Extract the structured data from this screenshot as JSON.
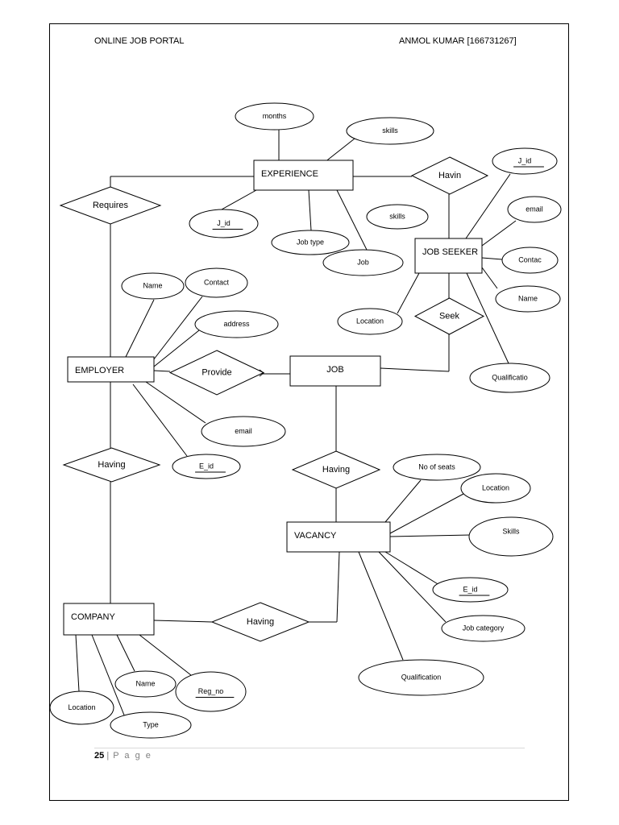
{
  "header": {
    "left": "ONLINE JOB PORTAL",
    "right": "ANMOL KUMAR [166731267]"
  },
  "diagram": {
    "entities": [
      {
        "id": "experience",
        "label": "EXPERIENCE"
      },
      {
        "id": "job-seeker",
        "label": "JOB SEEKER"
      },
      {
        "id": "employer",
        "label": "EMPLOYER"
      },
      {
        "id": "job",
        "label": "JOB"
      },
      {
        "id": "vacancy",
        "label": "VACANCY"
      },
      {
        "id": "company",
        "label": "COMPANY"
      }
    ],
    "relationships": [
      {
        "id": "requires",
        "label": "Requires"
      },
      {
        "id": "havin",
        "label": "Havin"
      },
      {
        "id": "seek",
        "label": "Seek"
      },
      {
        "id": "provide",
        "label": "Provide"
      },
      {
        "id": "having-employer-company",
        "label": "Having"
      },
      {
        "id": "having-job-vacancy",
        "label": "Having"
      },
      {
        "id": "having-company-vacancy",
        "label": "Having"
      }
    ],
    "attributes": [
      {
        "id": "exp-months",
        "label": "months",
        "key": false
      },
      {
        "id": "exp-skills",
        "label": "skills",
        "key": false
      },
      {
        "id": "exp-jid",
        "label": "J_id",
        "key": true
      },
      {
        "id": "exp-jobtype",
        "label": "Job type",
        "key": false
      },
      {
        "id": "exp-job",
        "label": "Job",
        "key": false
      },
      {
        "id": "js-jid",
        "label": "J_id",
        "key": true
      },
      {
        "id": "js-email",
        "label": "email",
        "key": false
      },
      {
        "id": "js-skills",
        "label": "skills",
        "key": false
      },
      {
        "id": "js-contac",
        "label": "Contac",
        "key": false
      },
      {
        "id": "js-name",
        "label": "Name",
        "key": false
      },
      {
        "id": "js-location",
        "label": "Location",
        "key": false
      },
      {
        "id": "js-qualification",
        "label": "Qualificatio",
        "key": false
      },
      {
        "id": "emp-name",
        "label": "Name",
        "key": false
      },
      {
        "id": "emp-contact",
        "label": "Contact",
        "key": false
      },
      {
        "id": "emp-address",
        "label": "address",
        "key": false
      },
      {
        "id": "emp-email",
        "label": "email",
        "key": false
      },
      {
        "id": "emp-eid",
        "label": "E_id",
        "key": true
      },
      {
        "id": "vac-seats",
        "label": "No of seats",
        "key": false
      },
      {
        "id": "vac-location",
        "label": "Location",
        "key": false
      },
      {
        "id": "vac-skills",
        "label": "Skills",
        "key": false
      },
      {
        "id": "vac-eid",
        "label": "E_id",
        "key": true
      },
      {
        "id": "vac-category",
        "label": "Job category",
        "key": false
      },
      {
        "id": "vac-qualification",
        "label": "Qualification",
        "key": false
      },
      {
        "id": "comp-location",
        "label": "Location",
        "key": false
      },
      {
        "id": "comp-name",
        "label": "Name",
        "key": false
      },
      {
        "id": "comp-regno",
        "label": "Reg_no",
        "key": true
      },
      {
        "id": "comp-type",
        "label": "Type",
        "key": false
      }
    ]
  },
  "footer": {
    "page_number": "25",
    "separator": "|",
    "page_word": "P a g e"
  }
}
